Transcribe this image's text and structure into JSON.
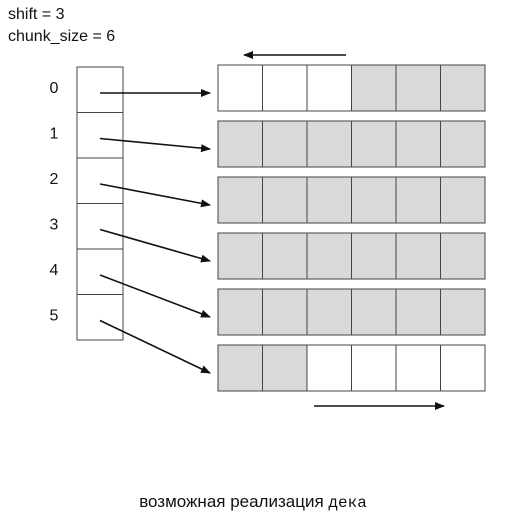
{
  "params": {
    "shift": "shift = 3",
    "chunk_size": "chunk_size = 6"
  },
  "index": {
    "labels": [
      "0",
      "1",
      "2",
      "3",
      "4",
      "5"
    ]
  },
  "chunks": [
    [
      false,
      false,
      false,
      true,
      true,
      true
    ],
    [
      true,
      true,
      true,
      true,
      true,
      true
    ],
    [
      true,
      true,
      true,
      true,
      true,
      true
    ],
    [
      true,
      true,
      true,
      true,
      true,
      true
    ],
    [
      true,
      true,
      true,
      true,
      true,
      true
    ],
    [
      true,
      true,
      false,
      false,
      false,
      false
    ]
  ],
  "colors": {
    "filled": "#d9d9d9",
    "empty": "#ffffff",
    "stroke": "#444444",
    "arrow": "#111111"
  },
  "caption": {
    "text": "возможная реализация ",
    "mono": "дека"
  }
}
